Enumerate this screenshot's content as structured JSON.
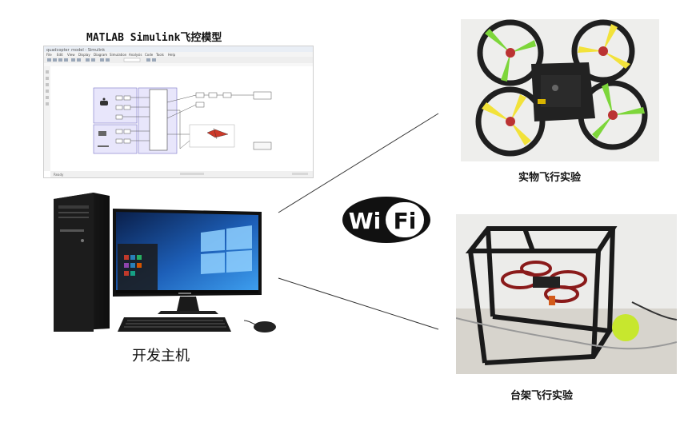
{
  "simulink": {
    "title": "MATLAB Simulink飞控模型",
    "window_title": "quadcopter_model - Simulink",
    "menu_items": [
      "File",
      "Edit",
      "View",
      "Display",
      "Diagram",
      "Simulation",
      "Analysis",
      "Code",
      "Tools",
      "Help"
    ],
    "status_text": "Ready"
  },
  "host": {
    "label": "开发主机"
  },
  "real_flight": {
    "label": "实物飞行实验"
  },
  "rig_flight": {
    "label": "台架飞行实验"
  },
  "wifi": {
    "left": "Wi",
    "right": "Fi"
  },
  "colors": {
    "drone_frame": "#1f1f1f",
    "prop_green": "#7dd63a",
    "prop_yellow": "#f2e23a",
    "rig_frame": "#1a1a1a",
    "ball": "#c7e72e",
    "screen_blue": "#1d5fb8"
  }
}
